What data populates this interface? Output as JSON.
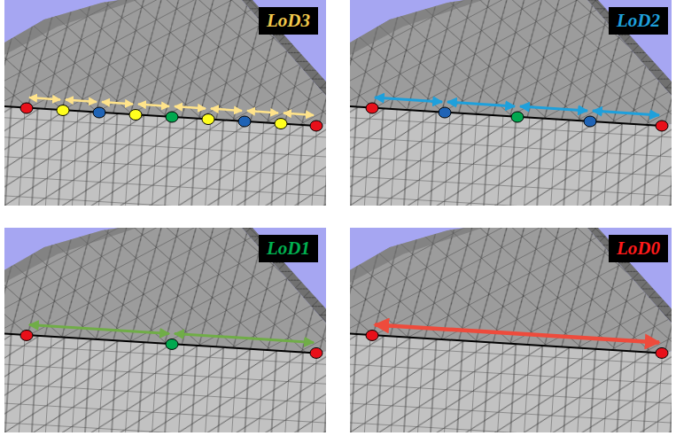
{
  "diagram": {
    "nodes": [
      {
        "text": [
          "LoD3"
        ]
      },
      {
        "text": [
          "LoD2"
        ]
      },
      {
        "text": [
          "LoD1"
        ]
      },
      {
        "text": [
          "LoD0"
        ]
      }
    ]
  }
}
